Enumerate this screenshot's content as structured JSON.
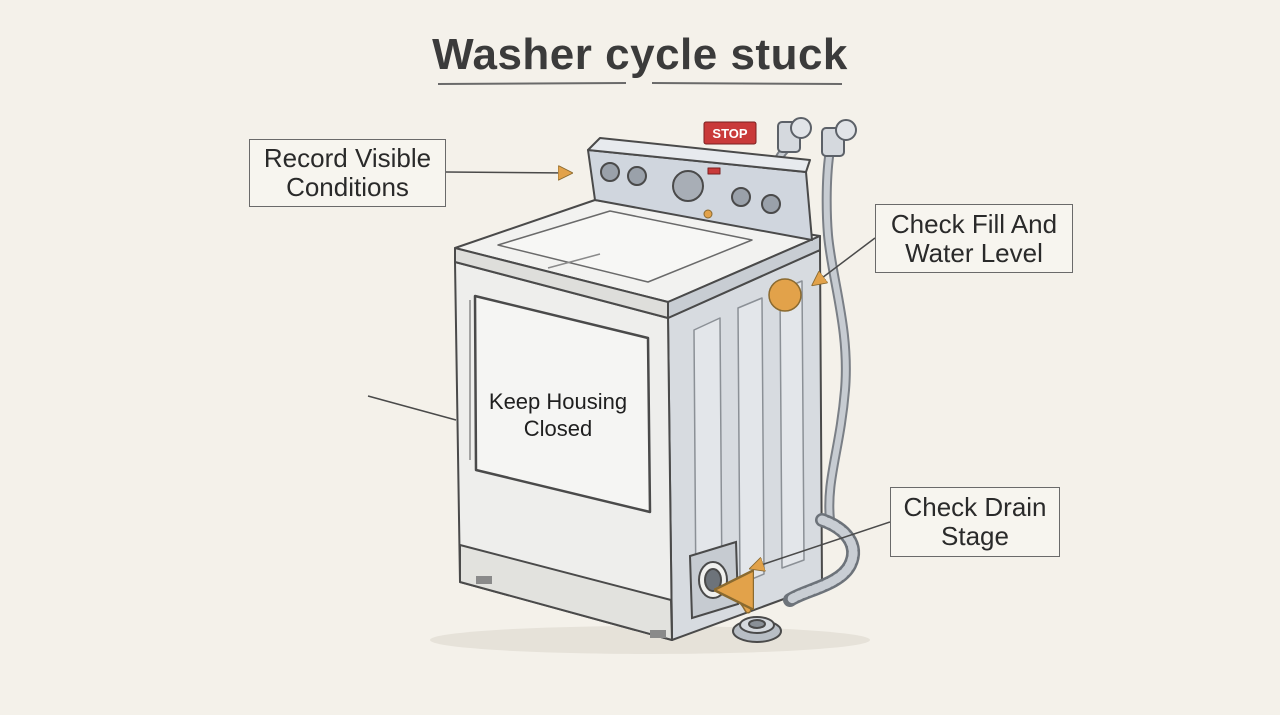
{
  "title": "Washer cycle stuck",
  "callouts": {
    "record": "Record Visible\nConditions",
    "fill": "Check Fill And\nWater Level",
    "drain": "Check Drain\nStage",
    "door": "Keep Housing\nClosed"
  },
  "stop_label": "STOP",
  "colors": {
    "background": "#f4f1ea",
    "accent_orange": "#e2a24a",
    "stop_red": "#c93a3a",
    "ink": "#4a4a4a",
    "panel_blue": "#c9d0da"
  },
  "icons": [
    "washer",
    "water-inlet-hoses",
    "drain-hose",
    "drain-filter-cap",
    "arrow"
  ]
}
